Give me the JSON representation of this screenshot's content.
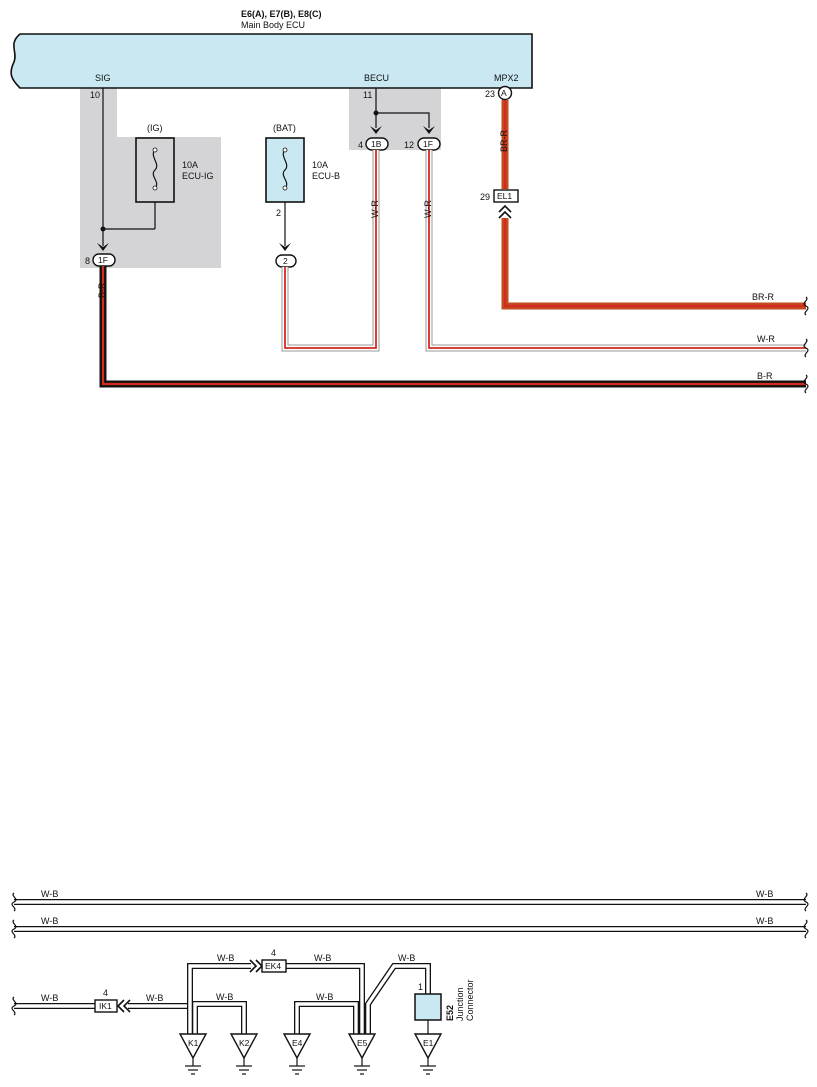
{
  "header": {
    "connector_ids": "E6(A), E7(B), E8(C)",
    "ecu_name": "Main Body ECU"
  },
  "ecu_pins": {
    "sig": "SIG",
    "becu": "BECU",
    "mpx2": "MPX2"
  },
  "pin_numbers": {
    "sig_pin": "10",
    "becu_pin": "11",
    "mpx2_pin": "23",
    "j1f_left_pin": "8",
    "j1b_pin": "4",
    "j1f_right_pin": "12",
    "ecub_pin": "2",
    "el1_pin": "29",
    "ek4_pin": "4",
    "ik1_pin": "4",
    "e52_pin": "1"
  },
  "connectors": {
    "a": "A",
    "j1f_left": "1F",
    "j1b": "1B",
    "j1f_right": "1F",
    "ecub_2": "2",
    "el1": "EL1",
    "ek4": "EK4",
    "ik1": "IK1"
  },
  "fuses": {
    "ig": {
      "source": "(IG)",
      "rating": "10A",
      "name": "ECU-IG"
    },
    "bat": {
      "source": "(BAT)",
      "rating": "10A",
      "name": "ECU-B"
    }
  },
  "wire_colors": {
    "br_r_vertical": "BR-R",
    "w_r_1b": "W-R",
    "w_r_1f": "W-R",
    "b_r_vertical": "B-R",
    "br_r_right": "BR-R",
    "w_r_right": "W-R",
    "b_r_right": "B-R",
    "wb_top_left": "W-B",
    "wb_top_right": "W-B",
    "wb_second_left": "W-B",
    "wb_second_right": "W-B",
    "wb_ek4_left": "W-B",
    "wb_ek4_right": "W-B",
    "wb_e52": "W-B",
    "wb_ik1_left": "W-B",
    "wb_ik1_right": "W-B",
    "wb_k2": "W-B",
    "wb_e4": "W-B"
  },
  "grounds": {
    "k1": "K1",
    "k2": "K2",
    "e4": "E4",
    "e5": "E5",
    "e1": "E1"
  },
  "junction": {
    "id": "E52",
    "line1": "Junction",
    "line2": "Connector"
  },
  "colors": {
    "ecu_fill": "#c9e8f2",
    "shade": "#d4d4d6",
    "wire_red": "#d42a1f",
    "wire_black": "#111111",
    "wire_white": "#ffffff"
  }
}
